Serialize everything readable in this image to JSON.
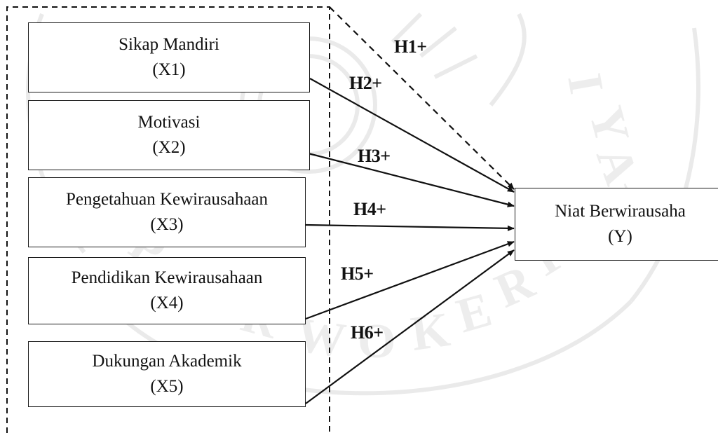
{
  "diagram": {
    "independent_variables": [
      {
        "id": "x1",
        "name": "Sikap Mandiri",
        "code": "(X1)"
      },
      {
        "id": "x2",
        "name": "Motivasi",
        "code": "(X2)"
      },
      {
        "id": "x3",
        "name": "Pengetahuan Kewirausahaan",
        "code": "(X3)"
      },
      {
        "id": "x4",
        "name": "Pendidikan Kewirausahaan",
        "code": "(X4)"
      },
      {
        "id": "x5",
        "name": "Dukungan Akademik",
        "code": "(X5)"
      }
    ],
    "dependent_variable": {
      "id": "y",
      "name": "Niat Berwirausaha",
      "code": "(Y)"
    },
    "hypotheses": [
      {
        "label": "H1+",
        "from": "x1-x5 (group)",
        "to": "y",
        "line_style": "dashed"
      },
      {
        "label": "H2+",
        "from": "x1",
        "to": "y",
        "line_style": "solid"
      },
      {
        "label": "H3+",
        "from": "x2",
        "to": "y",
        "line_style": "solid"
      },
      {
        "label": "H4+",
        "from": "x3",
        "to": "y",
        "line_style": "solid"
      },
      {
        "label": "H5+",
        "from": "x4",
        "to": "y",
        "line_style": "solid"
      },
      {
        "label": "H6+",
        "from": "x5",
        "to": "y",
        "line_style": "solid"
      }
    ]
  }
}
